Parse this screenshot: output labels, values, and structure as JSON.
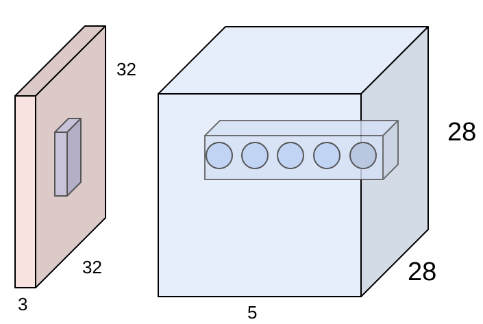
{
  "input_volume": {
    "height_label": "32",
    "width_label": "32",
    "depth_label": "3",
    "colors": {
      "front": "#f8e3e1",
      "side": "#dccac8",
      "top": "#dccac8",
      "receptive_field": "#c8c3d8",
      "receptive_field_side": "#b4afc6"
    }
  },
  "conv_volume": {
    "height_label": "28",
    "width_label": "28",
    "depth_label": "5",
    "colors": {
      "front": "#e7eefb",
      "side": "#d3dbe6",
      "top": "#e7eefb",
      "column": "#d6e1f6",
      "neuron": "#c2d4f4"
    },
    "neuron_count": 5
  },
  "colors": {
    "stroke": "#000000",
    "inner_stroke": "#555555"
  }
}
